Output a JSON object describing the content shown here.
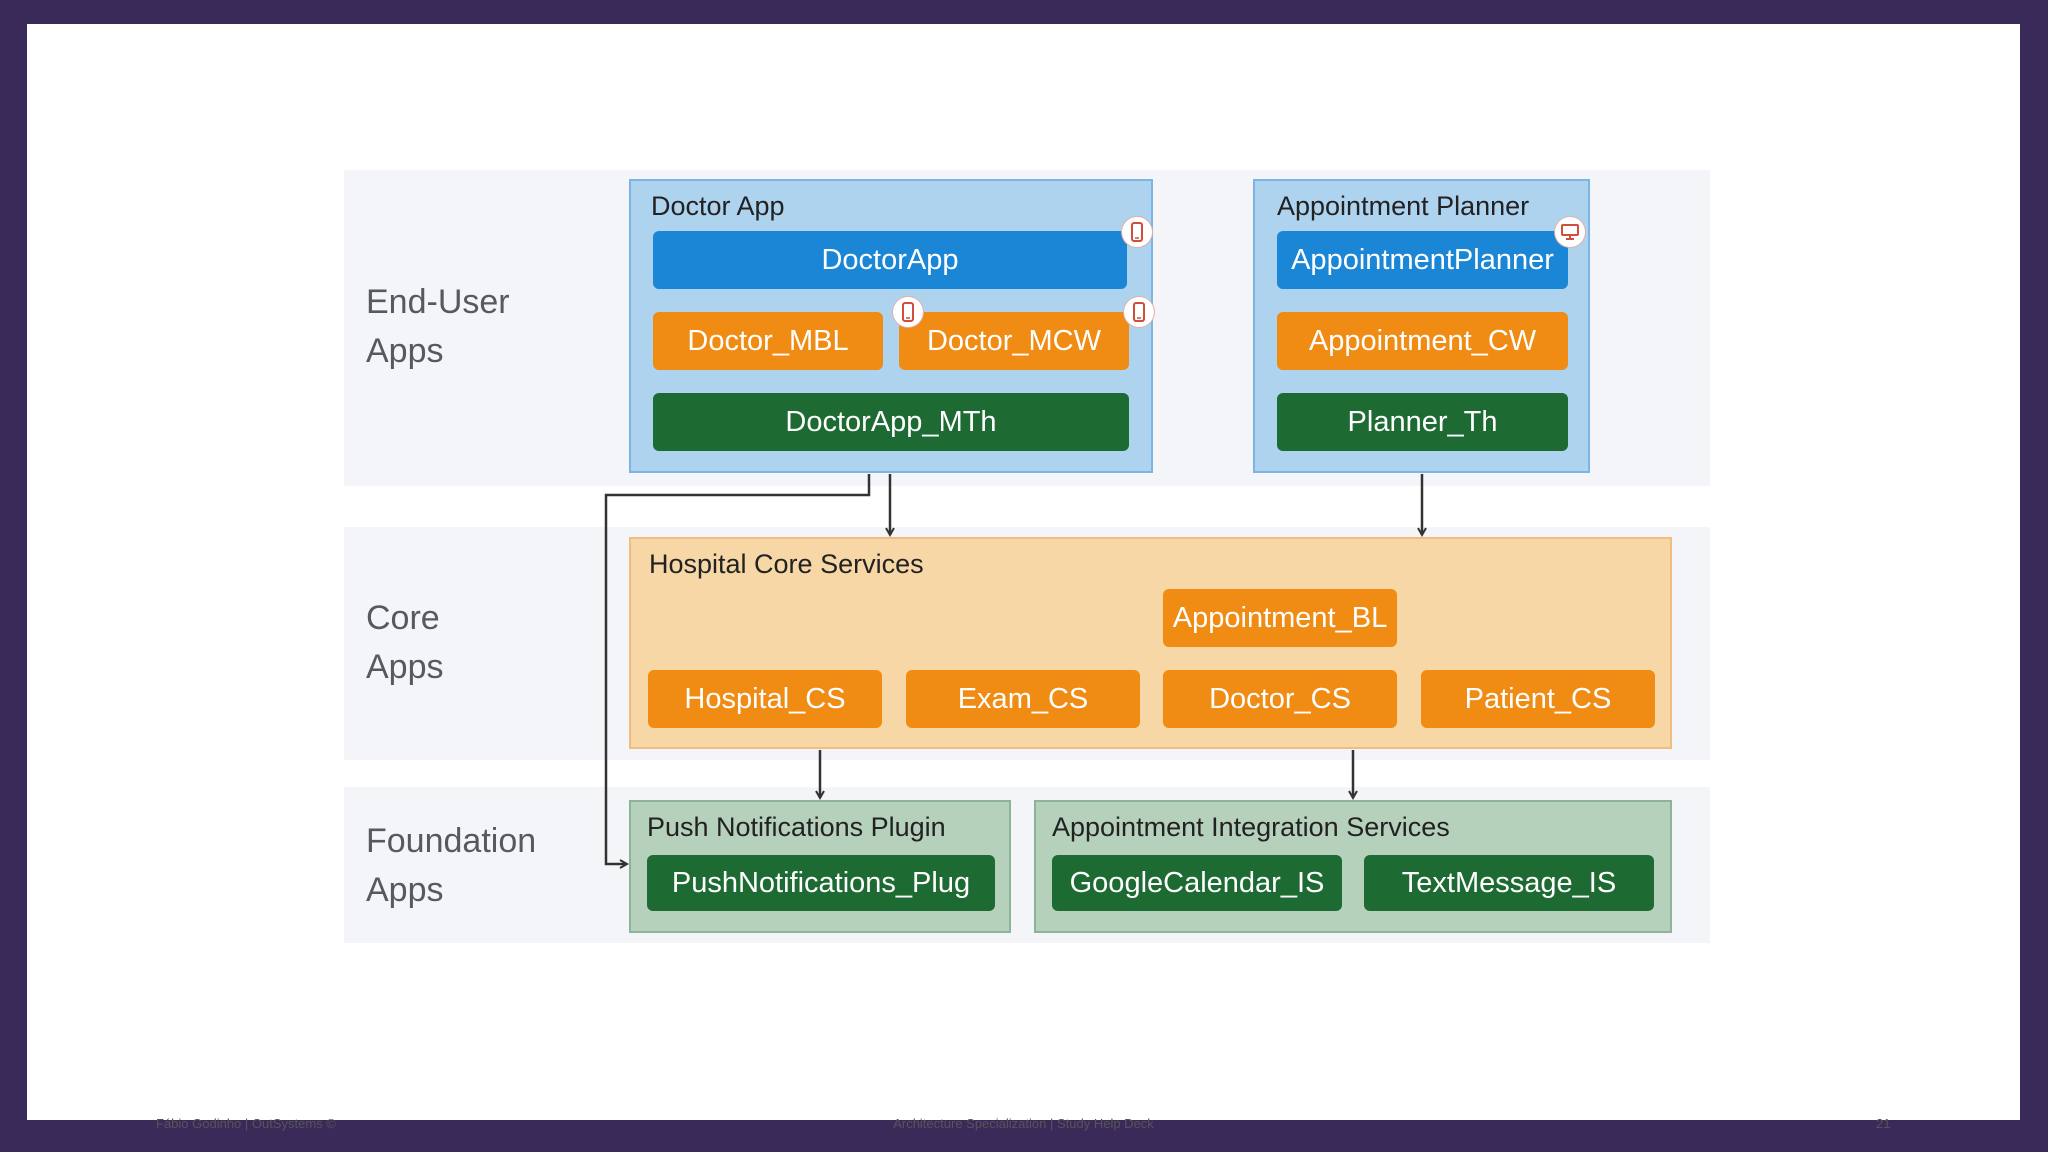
{
  "layers": {
    "end_user": {
      "line1": "End-User",
      "line2": "Apps"
    },
    "core": {
      "line1": "Core",
      "line2": "Apps"
    },
    "foundation": {
      "line1": "Foundation",
      "line2": "Apps"
    }
  },
  "groups": {
    "doctor_app": {
      "title": "Doctor App",
      "modules": {
        "main": "DoctorApp",
        "mbl": "Doctor_MBL",
        "mcw": "Doctor_MCW",
        "theme": "DoctorApp_MTh"
      }
    },
    "appointment_planner": {
      "title": "Appointment Planner",
      "modules": {
        "main": "AppointmentPlanner",
        "cw": "Appointment_CW",
        "theme": "Planner_Th"
      }
    },
    "hospital_core": {
      "title": "Hospital Core Services",
      "modules": {
        "bl": "Appointment_BL",
        "hospital": "Hospital_CS",
        "exam": "Exam_CS",
        "doctor": "Doctor_CS",
        "patient": "Patient_CS"
      }
    },
    "push_plugin": {
      "title": "Push Notifications Plugin",
      "modules": {
        "plug": "PushNotifications_Plug"
      }
    },
    "integration": {
      "title": "Appointment Integration Services",
      "modules": {
        "gcal": "GoogleCalendar_IS",
        "sms": "TextMessage_IS"
      }
    }
  },
  "icons": {
    "mobile": "mobile-phone-icon",
    "web": "desktop-monitor-icon"
  },
  "colors": {
    "blue_module": "#1b86d6",
    "orange_module": "#f08b14",
    "green_module": "#1e6a33",
    "blue_group": "#aed3ef",
    "orange_group": "#f7d7a6",
    "green_group": "#b5d1bb",
    "frame": "#3a2a5a"
  },
  "footer": {
    "author": "Fábio Godinho | OutSystems ©",
    "deck": "Architecture Specialization | Study Help Deck",
    "page": "21"
  }
}
